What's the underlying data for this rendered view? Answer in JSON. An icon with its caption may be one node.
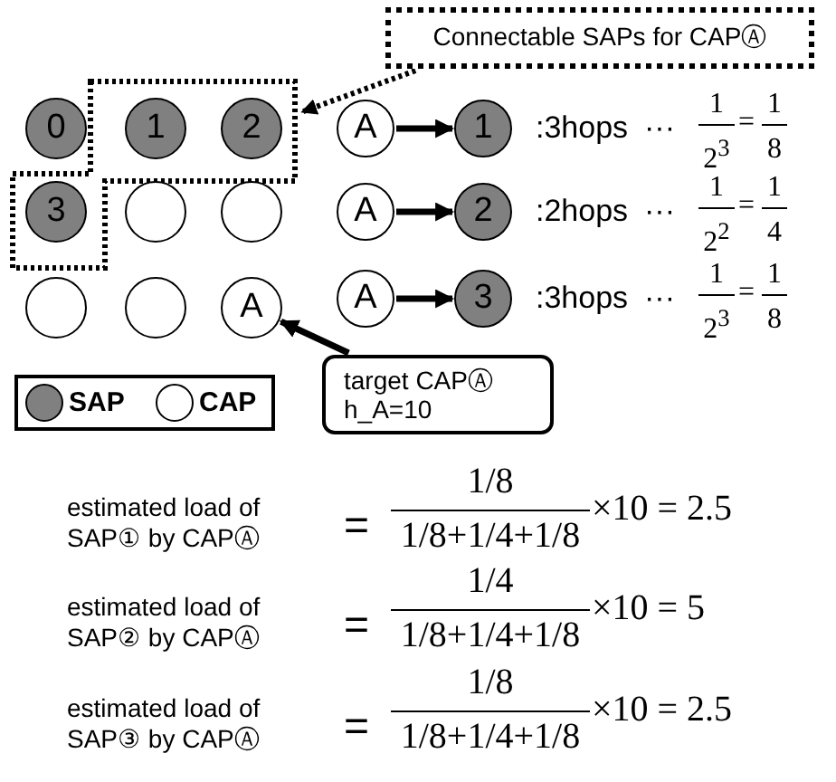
{
  "diagram": {
    "nodes": [
      {
        "text": [
          "Connectable SAPs for CAPⒶ"
        ]
      },
      {
        "text": [
          "0"
        ]
      },
      {
        "text": [],
        "shape": "box"
      },
      {
        "text": [
          "1"
        ],
        "in": 2
      },
      {
        "text": [
          "2"
        ],
        "in": 2
      },
      {
        "text": [
          "3"
        ],
        "in": 2
      },
      {
        "text": [],
        "shape": "circle"
      },
      {
        "text": [],
        "shape": "circle"
      },
      {
        "text": [],
        "shape": "circle"
      },
      {
        "text": [],
        "shape": "circle"
      },
      {
        "text": [
          "A"
        ]
      },
      {
        "text": [
          "target CAPⒶ h_A=10"
        ]
      },
      {
        "text": [
          "A"
        ]
      },
      {
        "text": [
          "1"
        ]
      },
      {
        "text": [
          "A"
        ]
      },
      {
        "text": [
          "2"
        ]
      },
      {
        "text": [
          "A"
        ]
      },
      {
        "text": [
          "3"
        ]
      }
    ],
    "edges": [
      {
        "from": 0,
        "to": 2,
        "arrow": "to",
        "style": "dashed"
      },
      {
        "from": 11,
        "to": 10,
        "arrow": "to"
      },
      {
        "from": 12,
        "to": 13,
        "arrow": "to"
      },
      {
        "from": 14,
        "to": 15,
        "arrow": "to"
      },
      {
        "from": 16,
        "to": 17,
        "arrow": "to"
      }
    ],
    "labels": [
      ":3hops",
      "···",
      "1",
      "2$^{3}$",
      "=",
      "1",
      "8",
      ":2hops",
      "···",
      "1",
      "2$^{2}$",
      "=",
      "1",
      "4",
      ":3hops",
      "···",
      "1",
      "2$^{3}$",
      "=",
      "1",
      "8",
      "estimated load of SAP① by CAPⒶ",
      "=",
      "1/8",
      "1/8+1/4+1/8",
      "×10 = 2.5",
      "estimated load of SAP② by CAPⒶ",
      "=",
      "1/4",
      "1/8+1/4+1/8",
      "×10 = 5",
      "estimated load of SAP③ by CAPⒶ",
      "=",
      "1/8",
      "1/8+1/4+1/8",
      "×10 = 2.5"
    ],
    "legend": [
      {
        "text": "SAP",
        "color": "#808080"
      },
      {
        "text": "CAP",
        "color": "#ffffff"
      }
    ]
  }
}
